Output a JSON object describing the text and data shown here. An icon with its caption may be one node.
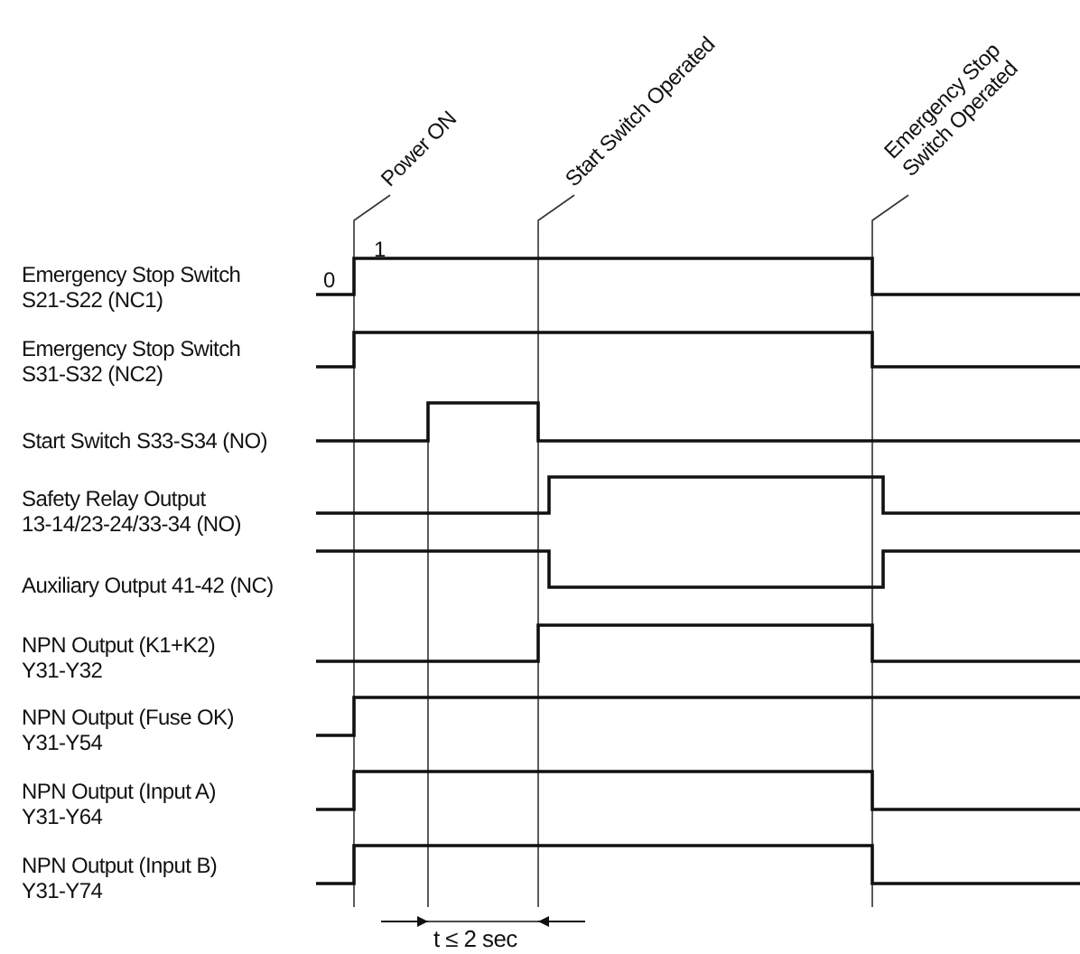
{
  "diagram": {
    "nodes": [
      {
        "text": [
          "Power ON"
        ]
      },
      {
        "text": [
          "Start Switch Operated"
        ]
      },
      {
        "text": [
          "Emergency Stop Switch Operated"
        ]
      }
    ],
    "edges": [
      {
        "from": 0,
        "to": null,
        "arrow": "none"
      },
      {
        "from": 1,
        "to": null,
        "arrow": "none"
      },
      {
        "from": 2,
        "to": null,
        "arrow": "none"
      }
    ],
    "labels": [
      "1",
      "0",
      "Emergency Stop Switch S21-S22 (NC1)",
      "Emergency Stop Switch S31-S32 (NC2)",
      "Start Switch S33-S34 (NO)",
      "Safety Relay Output 13-14/23-24/33-34 (NO)",
      "Auxiliary Output 41-42 (NC)",
      "NPN Output (K1+K2) Y31-Y32",
      "NPN Output (Fuse OK) Y31-Y54",
      "NPN Output (Input A) Y31-Y64",
      "NPN Output (Input B) Y31-Y74",
      "t ≤ 2 sec"
    ]
  }
}
